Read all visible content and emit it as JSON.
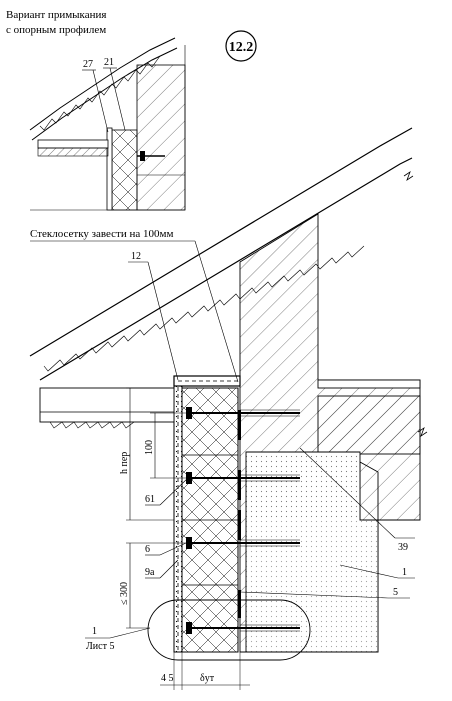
{
  "header": {
    "variant_line1": "Вариант примыкания",
    "variant_line2": "с опорным профилем"
  },
  "sheet_badge": "12.2",
  "note": "Стеклосетку завести на 100мм",
  "inset_callouts": {
    "a": "27",
    "b": "21"
  },
  "callouts": {
    "c12": "12",
    "c61": "61",
    "c6": "6",
    "c9a": "9а",
    "c39": "39",
    "c1": "1",
    "c5": "5",
    "sheet_ref_num": "1",
    "sheet_ref_text": "Лист 5"
  },
  "dimensions": {
    "h_per": "h пер",
    "d100": "100",
    "d300": "≤ 300",
    "d45": "4 5",
    "delta": "δут"
  }
}
